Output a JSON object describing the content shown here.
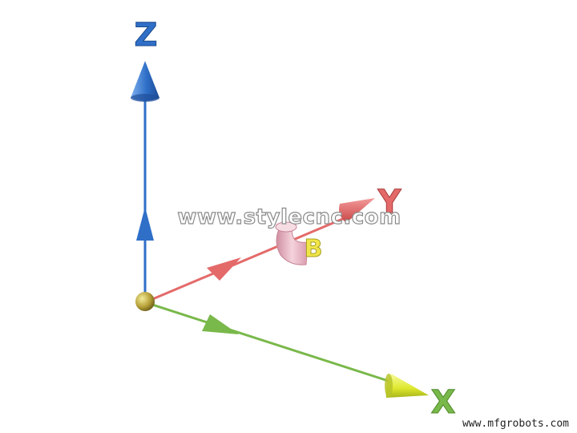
{
  "axes": {
    "z_label": "Z",
    "y_label": "Y",
    "x_label": "X",
    "b_label": "B"
  },
  "watermark": "www.stylecnc.com",
  "credit": "www.mfgrobots.com",
  "colors": {
    "z_axis": "#2f6fc8",
    "y_axis": "#e46a6a",
    "x_axis": "#79b84a",
    "x_cone": "#e3f03a",
    "b_ring": "#e9b6c4",
    "b_label": "#f0e64a",
    "origin": "#b8a23a"
  }
}
